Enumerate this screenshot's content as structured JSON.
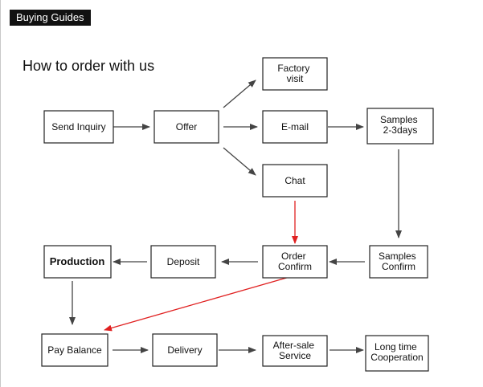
{
  "header": {
    "label": "Buying Guides"
  },
  "diagram": {
    "title": "How to order with us"
  },
  "nodes": {
    "send_inquiry": {
      "lines": [
        "Send Inquiry"
      ]
    },
    "offer": {
      "lines": [
        "Offer"
      ]
    },
    "factory_visit": {
      "lines": [
        "Factory",
        "visit"
      ]
    },
    "email": {
      "lines": [
        "E-mail"
      ]
    },
    "chat": {
      "lines": [
        "Chat"
      ]
    },
    "samples": {
      "lines": [
        "Samples",
        "2-3days"
      ]
    },
    "samples_confirm": {
      "lines": [
        "Samples",
        "Confirm"
      ]
    },
    "order_confirm": {
      "lines": [
        "Order",
        "Confirm"
      ]
    },
    "deposit": {
      "lines": [
        "Deposit"
      ]
    },
    "production": {
      "lines": [
        "Production"
      ]
    },
    "pay_balance": {
      "lines": [
        "Pay Balance"
      ]
    },
    "delivery": {
      "lines": [
        "Delivery"
      ]
    },
    "after_sale": {
      "lines": [
        "After-sale",
        "Service"
      ]
    },
    "long_time": {
      "lines": [
        "Long time",
        "Cooperation"
      ]
    }
  },
  "colors": {
    "arrow": "#444444",
    "highlight_arrow": "#e02020",
    "badge_bg": "#111111"
  }
}
